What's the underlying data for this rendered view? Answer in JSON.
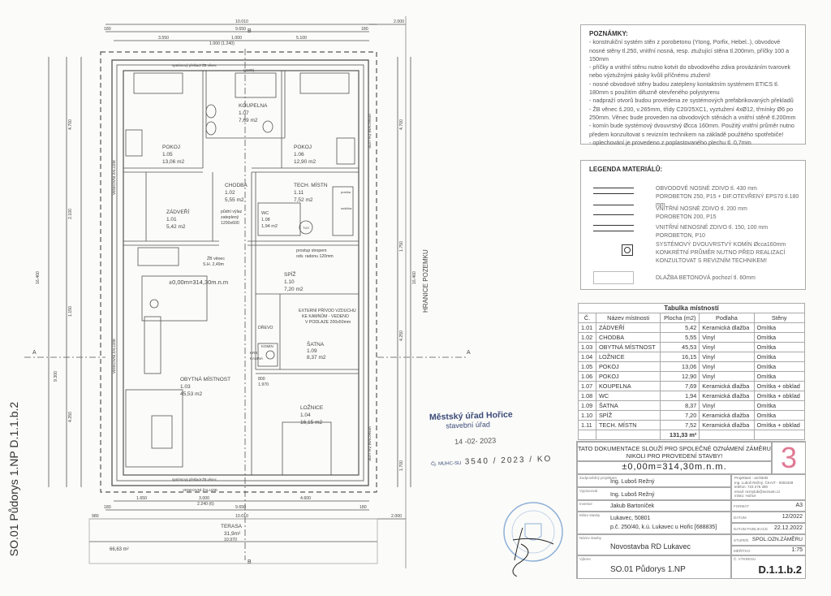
{
  "side_title": "SO.01 Půdorys 1.NP D.1.1.b.2",
  "plot_boundary": "HRANICE POZEMKU",
  "section_marker": "A",
  "section_marker_b": "B",
  "plan": {
    "dims_top": [
      "10.010",
      "9.650",
      "3.550",
      "1.000",
      "5.100",
      "180",
      "180",
      "2.000",
      "1.000 (1.240)"
    ],
    "dims_bottom": [
      "1.650",
      "3.000",
      "2.240 (6)",
      "4.600",
      "9.650",
      "10.010",
      "980",
      "2.000",
      "180",
      "180"
    ],
    "dims_left": [
      "4.700",
      "2.100",
      "1.150",
      "9.300",
      "4.250",
      "16.460"
    ],
    "dims_right": [
      "4.700",
      "1.750",
      "4.250",
      "1.700",
      "16.460"
    ],
    "external_blinds": "VENKOVNÍ ŽALUZIE",
    "lintel_note": "systémový překlad+ŽB věnec",
    "rooms": [
      {
        "name": "POKOJ",
        "num": "1.05",
        "area": "13,06 m2"
      },
      {
        "name": "KOUPELNA",
        "num": "1.07",
        "area": "7,69 m2"
      },
      {
        "name": "POKOJ",
        "num": "1.06",
        "area": "12,90 m2"
      },
      {
        "name": "CHODBA",
        "num": "1.02",
        "area": "5,55 m2"
      },
      {
        "name": "TECH. MÍSTN",
        "num": "1.11",
        "area": "7,52 m2"
      },
      {
        "name": "ZÁDVEŘÍ",
        "num": "1.01",
        "area": "5,42 m2"
      },
      {
        "name": "WC",
        "num": "1.08",
        "area": "1,94 m2"
      },
      {
        "name": "SPÍŽ",
        "num": "1.10",
        "area": "7,20 m2"
      },
      {
        "name": "ŠATNA",
        "num": "1.09",
        "area": "8,37 m2"
      },
      {
        "name": "OBYTNÁ MÍSTNOST",
        "num": "1.03",
        "area": "45,53 m2"
      },
      {
        "name": "LOŽNICE",
        "num": "1.04",
        "area": "16,15 m2"
      }
    ],
    "level": "±0,00m=314,30m.n.m",
    "ring_beam": [
      "ŽB věnec",
      "S.H. 2,49m"
    ],
    "attic": [
      "půdní výlaz",
      "zateplený",
      "1200x600"
    ],
    "radon": [
      "prostup stropem",
      "odv. radonu 120mm"
    ],
    "air_supply": [
      "EXTERNÍ PŘÍVOD VZDUCHU",
      "KE KAMNŮM - VEDENO",
      "V PODLAZE 200x50mm"
    ],
    "wood": "DŘEVO",
    "chimney": [
      "KOMIN",
      "KRB",
      "KAMNA"
    ],
    "door": [
      "800",
      "1.970"
    ],
    "appliances": [
      "pračka",
      "sušička",
      "TUV"
    ],
    "terrace": {
      "name": "TERASA",
      "area": "31,9m²",
      "width": "10.970"
    },
    "plot_area": "66,63 m²",
    "window_head": "(2100)"
  },
  "stamp": {
    "office": "Městský úřad Hořice",
    "department": "stavební úřad",
    "date": "14 -02- 2023",
    "ref_prefix": "Čj. MUHC-SU",
    "ref": "3540 / 2023 / KO"
  },
  "seal": {
    "text": "Ing. LUBOŠ REŽNÝ autorizovaný inženýr pro pozemní stavby 0002349"
  },
  "notes": {
    "title": "POZNÁMKY:",
    "items": [
      "- konstrukční systém stěn z porobetonu (Ytong, Porfix, Hebel..), obvodové nosné stěny tl.250, vnitřní nosná, resp. ztužující stěna tl.200mm, příčky 100 a 150mm",
      "- příčky a vnitřní stěnu nutno kotvit do obvodového zdiva provázáním tvarovek nebo výztužnými pásky kvůli příčnému ztužení!",
      "- nosné obvodové stěny budou zatepleny kontaktním systémem ETICS tl. 180mm s použitím difuzně otevřeného polystyrenu",
      "- nadpraží otvorů budou provedena ze systémových prefabrikovaných překladů",
      "- ŽB věnec š.200, v.265mm, třídy C20/25XC1, vyztužení 4xØ12, třmínky Ø6 po 250mm. Věnec bude proveden na obvodových stěnách a vnitřní stěně tl.200mm",
      "- komín bude systémový dvouvrstvý Øcca 160mm. Použitý vnitřní průměr nutno předem konzultovat s revizním technikem na základě použitého spotřebiče!",
      "- oplechování je provedeno z poplastovaného plechu tl. 0,7mm"
    ]
  },
  "legend": {
    "title": "LEGENDA MATERIÁLŮ:",
    "items": [
      [
        "OBVODOVÉ NOSNÉ ZDIVO tl. 430 mm",
        "POROBETON 250, P15 + DIF.OTEVŘENÝ EPS70 tl.180 mm"
      ],
      [
        "VNITŘNÍ NOSNÉ ZDIVO tl. 200 mm",
        "POROBETON 200, P15"
      ],
      [
        "VNITŘNÍ NENOSNÉ ZDIVO tl. 150, 100 mm",
        "POROBETON, P10"
      ],
      [
        "SYSTÉMOVÝ DVOUVRSTVÝ KOMÍN Øcca160mm",
        "KONKRÉTNÍ PRŮMĚR NUTNO PŘED REALIZACÍ",
        "KONZULTOVAT S REVIZNÍM TECHNIKEM!"
      ],
      [
        "DLAŽBA BETONOVÁ pochozí tl. 60mm"
      ]
    ]
  },
  "room_table": {
    "title": "Tabulka místností",
    "headers": [
      "Č.",
      "Název místnosti",
      "Plocha (m2)",
      "Podlaha",
      "Stěny"
    ],
    "rows": [
      [
        "1.01",
        "ZÁDVEŘÍ",
        "5,42",
        "Keramická dlažba",
        "Omítka"
      ],
      [
        "1.02",
        "CHODBA",
        "5,55",
        "Vinyl",
        "Omítka"
      ],
      [
        "1.03",
        "OBYTNÁ MÍSTNOST",
        "45,53",
        "Vinyl",
        "Omítka"
      ],
      [
        "1.04",
        "LOŽNICE",
        "16,15",
        "Vinyl",
        "Omítka"
      ],
      [
        "1.05",
        "POKOJ",
        "13,06",
        "Vinyl",
        "Omítka"
      ],
      [
        "1.06",
        "POKOJ",
        "12,90",
        "Vinyl",
        "Omítka"
      ],
      [
        "1.07",
        "KOUPELNA",
        "7,69",
        "Keramická dlažba",
        "Omítka + obklad"
      ],
      [
        "1.08",
        "WC",
        "1,94",
        "Keramická dlažba",
        "Omítka + obklad"
      ],
      [
        "1.09",
        "ŠATNA",
        "8,37",
        "Vinyl",
        "Omítka"
      ],
      [
        "1.10",
        "SPÍŽ",
        "7,20",
        "Keramická dlažba",
        "Omítka"
      ],
      [
        "1.11",
        "TECH. MÍSTN",
        "7,52",
        "Keramická dlažba",
        "Omítka + obklad"
      ]
    ],
    "total": "131,33 m²"
  },
  "title_block": {
    "notice": [
      "TATO DOKUMENTACE SLOUŽÍ PRO SPOLEČNÉ OZNÁMENÍ ZÁMĚRU",
      "NIKOLI PRO PROVEDENÍ STAVBY!"
    ],
    "sheet_mark": "3",
    "level": "±0,00m=314,30m.n.m.",
    "responsible_label": "Zodpovědný projektant",
    "responsible": "Ing. Luboš Režný",
    "drawn_label": "Vypracoval",
    "drawn": "Ing. Luboš Režný",
    "designer_label": "Projektant - architekt",
    "designer": [
      "Ing. Luboš Režný, ČKAIT - 0002349",
      "telefon: 723 276 390",
      "email: reznylub@seznam.cz",
      "místo: Hořice"
    ],
    "investor_label": "Investor",
    "investor": "Jakub Bartoníček",
    "site_label": "Místo stavby",
    "site": [
      "Lukavec, 50801",
      "p.č. 250/40, k.ú. Lukavec u Hořic [688835]"
    ],
    "project_label": "Název stavby",
    "project": "Novostavba RD Lukavec",
    "drawing_label": "Výkres",
    "drawing": "SO.01 Půdorys 1.NP",
    "format_label": "FORMÁT",
    "format": "A3",
    "date_label": "DATUM",
    "date": "12/2022",
    "pub_label": "DATUM PUBLIKACE",
    "pub": "22.12.2022",
    "stage_label": "STUPEŇ",
    "stage": "SPOL.OZN.ZÁMĚRU",
    "scale_label": "MĚŘÍTKO",
    "scale": "1:75",
    "number_label": "Č. VÝKRESU",
    "number": "D.1.1.b.2"
  }
}
